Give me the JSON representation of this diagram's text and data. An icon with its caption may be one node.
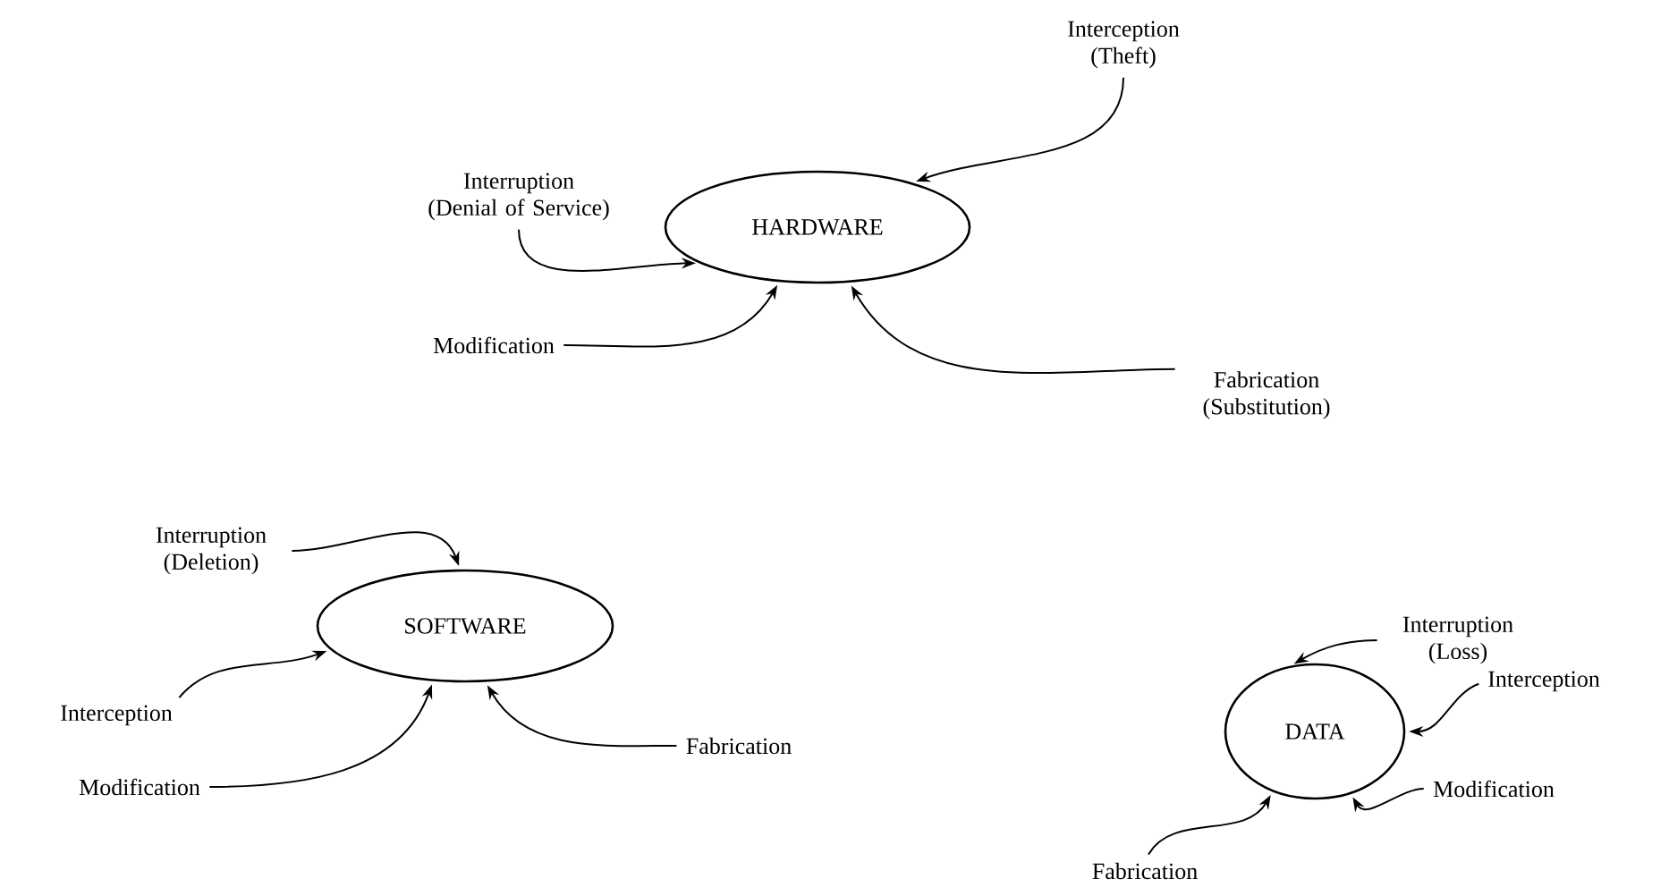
{
  "diagram": {
    "nodes": [
      {
        "text": [
          "HARDWARE"
        ]
      },
      {
        "text": [
          "Interruption (Denial of Service)"
        ]
      },
      {
        "text": [
          "Interception (Theft)"
        ]
      },
      {
        "text": [
          "Modification"
        ]
      },
      {
        "text": [
          "Fabrication (Substitution)"
        ]
      },
      {
        "text": [
          "SOFTWARE"
        ]
      },
      {
        "text": [
          "Interruption (Deletion)"
        ]
      },
      {
        "text": [
          "Interception"
        ]
      },
      {
        "text": [
          "Modification"
        ]
      },
      {
        "text": [
          "Fabrication"
        ]
      },
      {
        "text": [
          "DATA"
        ]
      },
      {
        "text": [
          "Interruption (Loss)"
        ]
      },
      {
        "text": [
          "Interception"
        ]
      },
      {
        "text": [
          "Modification"
        ]
      },
      {
        "text": [
          "Fabrication"
        ]
      }
    ],
    "edges": [
      {
        "from": 1,
        "to": 0,
        "arrow": "to"
      },
      {
        "from": 2,
        "to": 0,
        "arrow": "to"
      },
      {
        "from": 3,
        "to": 0,
        "arrow": "to"
      },
      {
        "from": 4,
        "to": 0,
        "arrow": "to"
      },
      {
        "from": 6,
        "to": 5,
        "arrow": "to"
      },
      {
        "from": 7,
        "to": 5,
        "arrow": "to"
      },
      {
        "from": 8,
        "to": 5,
        "arrow": "to"
      },
      {
        "from": 9,
        "to": 5,
        "arrow": "to"
      },
      {
        "from": 11,
        "to": 10,
        "arrow": "to"
      },
      {
        "from": 12,
        "to": 10,
        "arrow": "to"
      },
      {
        "from": 13,
        "to": 10,
        "arrow": "to"
      },
      {
        "from": 14,
        "to": 10,
        "arrow": "to"
      }
    ]
  }
}
